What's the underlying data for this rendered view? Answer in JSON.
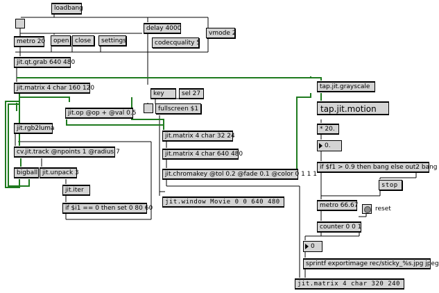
{
  "objects": {
    "loadbang": "loadbang",
    "metro20": "metro 20",
    "open": "open",
    "close": "close",
    "settings": "settings",
    "delay": "delay 4000",
    "codecquality": "codecquality 5",
    "vmode": "vmode 2",
    "qtgrab": "jit.qt.grab 640 480",
    "matrix160": "jit.matrix 4 char 160 120",
    "jitop": "jit.op @op + @val 0.5",
    "rgb2luma": "jit.rgb2luma",
    "cvtrack": "cv.jit.track @npoints 1 @radius 7",
    "bigball": "bigball",
    "unpack": "jit.unpack 3",
    "iter": "jit.iter",
    "ifset": "if $i1 == 0 then set 0 80 60",
    "key": "key",
    "sel27": "sel 27",
    "fullscreen": "fullscreen $1",
    "matrix32": "jit.matrix 4 char 32 24",
    "matrix640": "jit.matrix 4 char 640 480",
    "chromakey": "jit.chromakey @tol 0.2 @fade 0.1 @color 0 1 1 1",
    "window": "jit.window Movie 0 0 640 480",
    "grayscale": "tap.jit.grayscale",
    "motion": "tap.jit.motion",
    "mult": "* 20.",
    "num0": "0.",
    "ifbang": "if $f1 > 0.9 then bang else out2 bang",
    "stop": "stop",
    "metro6667": "metro 66.67",
    "reset": "reset",
    "counter": "counter 0 0 1",
    "numint": "0",
    "sprintf": "sprintf exportimage rec/sticky_%s.jpg jpeg",
    "matrix320": "jit.matrix 4 char 320 240"
  },
  "colors": {
    "background": "#ffffff",
    "box": "#d4d4d4",
    "patchcord": "#000000",
    "signal_cord": "#1e7a1e"
  }
}
